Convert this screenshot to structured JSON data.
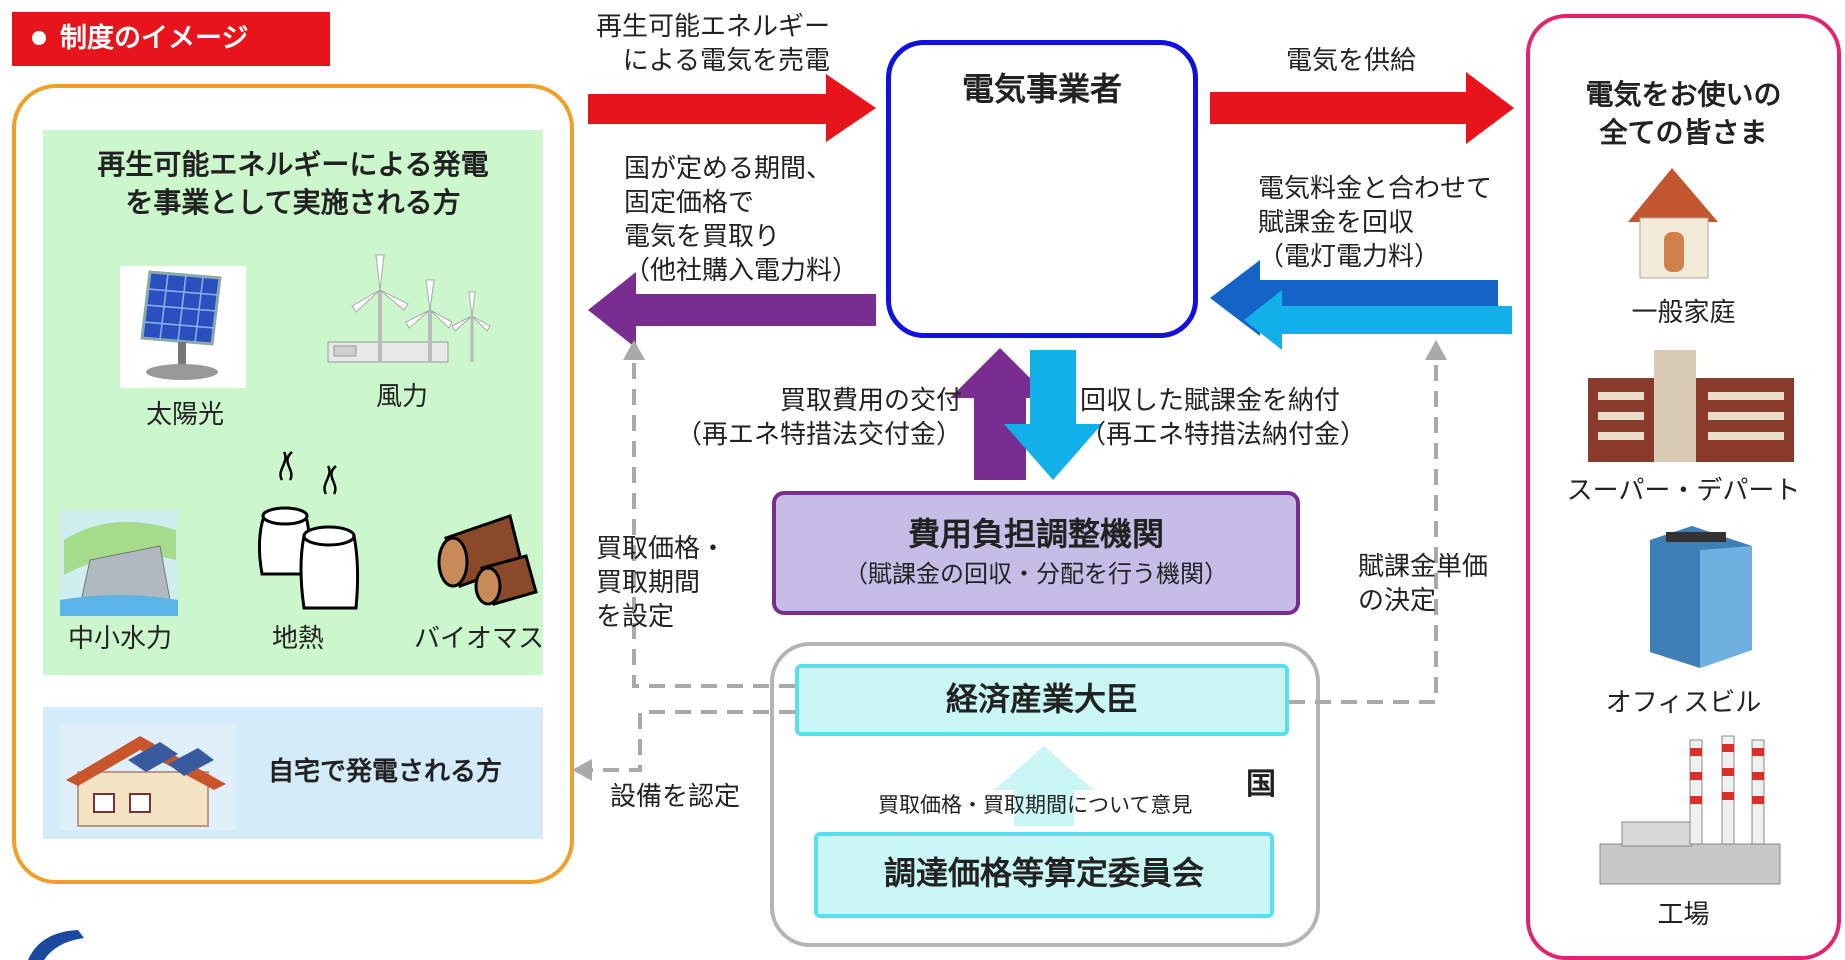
{
  "title": "制度のイメージ",
  "generators": {
    "header": "再生可能エネルギーによる発電\nを事業として実施される方",
    "items": [
      "太陽光",
      "風力",
      "中小水力",
      "地熱",
      "バイオマス"
    ],
    "home": "自宅で発電される方"
  },
  "utility": {
    "title": "電気事業者"
  },
  "customers": {
    "header": "電気をお使いの\n全ての皆さま",
    "items": [
      "一般家庭",
      "スーパー・デパート",
      "オフィスビル",
      "工場"
    ]
  },
  "flows": {
    "sell_power": "再生可能エネルギー\nによる電気を売電",
    "buy_power": "国が定める期間、\n固定価格で\n電気を買取り\n（他社購入電力料）",
    "supply": "電気を供給",
    "collect": "電気料金と合わせて\n賦課金を回収\n（電灯電力料）",
    "subsidy": "買取費用の交付\n（再エネ特措法交付金）",
    "pay_levy": "回収した賦課金を納付\n（再エネ特措法納付金）",
    "set_price": "買取価格・\n買取期間\nを設定",
    "levy_price": "賦課金単価\nの決定",
    "certify": "設備を認定",
    "opinion": "買取価格・買取期間について意見"
  },
  "agency": {
    "title": "費用負担調整機関",
    "subtitle": "（賦課金の回収・分配を行う機関）"
  },
  "government": {
    "label": "国",
    "minister": "経済産業大臣",
    "committee": "調達価格等算定委員会"
  },
  "colors": {
    "red": "#e8141c",
    "purple": "#7a2d90",
    "cyan": "#12b0e8",
    "blue": "#1464c8",
    "orange": "#f0a028",
    "pink": "#e0246e"
  },
  "icons": [
    "solar-panel-icon",
    "wind-turbine-icon",
    "hydro-dam-icon",
    "geothermal-icon",
    "biomass-log-icon",
    "rooftop-solar-house-icon",
    "transmission-tower-icon",
    "house-icon",
    "department-store-icon",
    "office-building-icon",
    "factory-icon"
  ]
}
